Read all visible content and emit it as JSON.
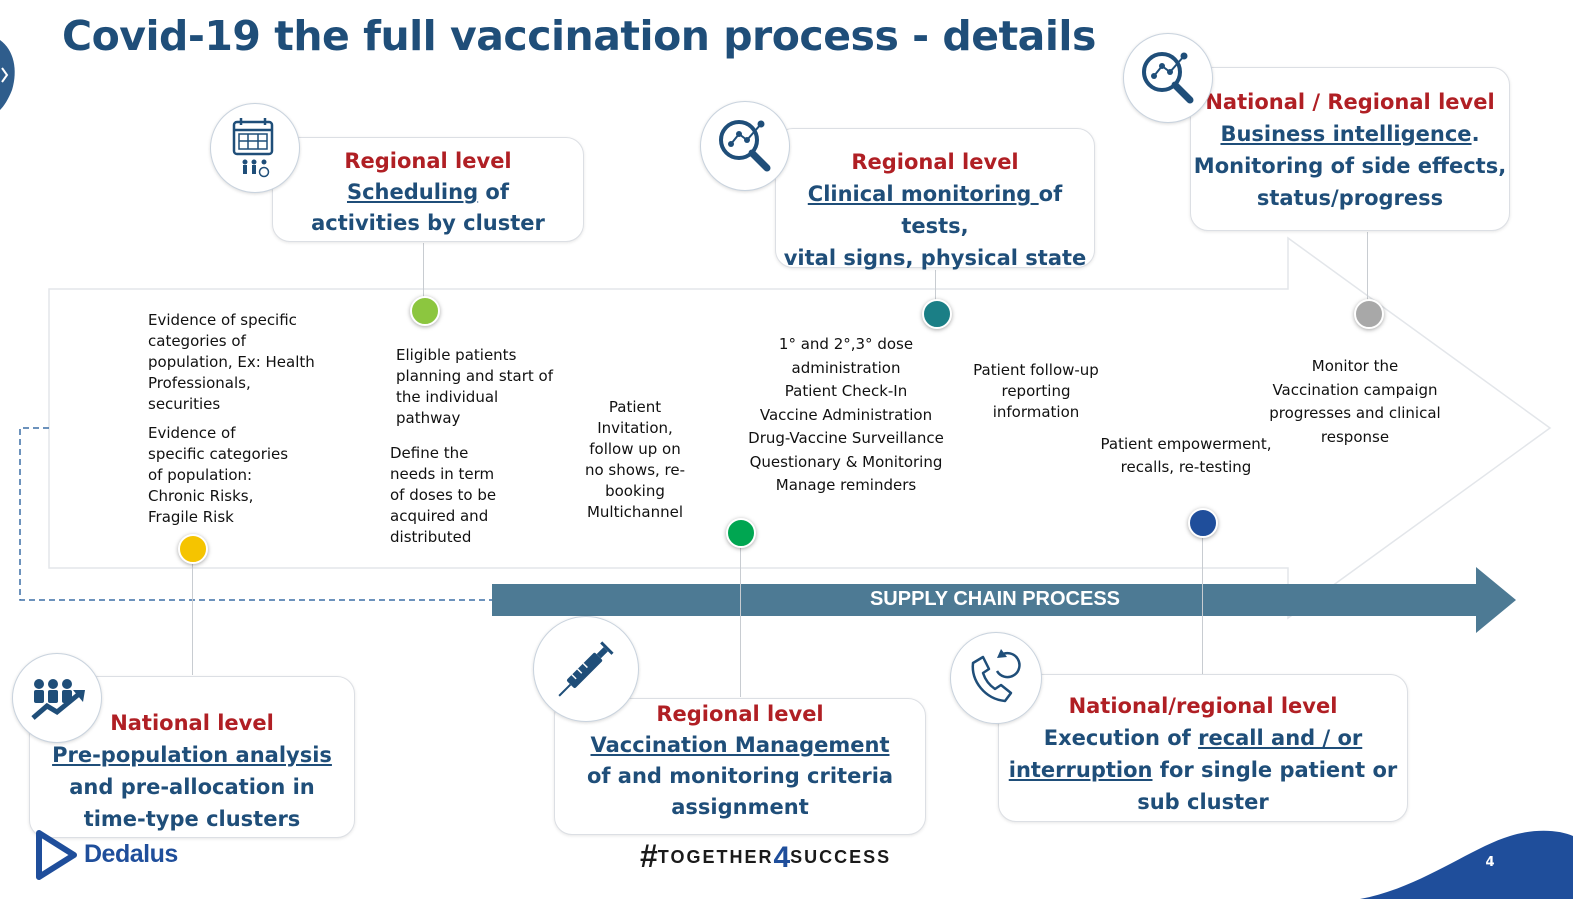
{
  "title": "Covid-19 the full vaccination process - details",
  "colors": {
    "title": "#1f4e79",
    "level": "#b01f24",
    "arrow": "#4d7a94",
    "dot_yellow": "#f5c400",
    "dot_lightgreen": "#8cc63f",
    "dot_green": "#00a651",
    "dot_teal": "#1b7f86",
    "dot_navy": "#1f4e9b",
    "dot_gray": "#a8a8a8"
  },
  "cards": {
    "scheduling": {
      "level": "Regional level",
      "link": "Scheduling",
      "rest1": " of",
      "line2": "activities by cluster",
      "icon": "calendar-people-icon"
    },
    "clinical": {
      "level": "Regional level",
      "link": "Clinical monitoring ",
      "rest1": "of tests,",
      "line2": "vital signs, physical state",
      "icon": "analytics-search-icon"
    },
    "bi": {
      "level": "National / Regional level",
      "link": "Business intelligence",
      "rest1": ".",
      "line2": "Monitoring of side effects,",
      "line3": "status/progress",
      "icon": "analytics-search-icon"
    },
    "national": {
      "level": "National level",
      "link": "Pre-population analysis",
      "line2": "and pre-allocation in",
      "line3": "time-type clusters",
      "icon": "people-growth-icon"
    },
    "vaccination": {
      "level": "Regional level",
      "link": "Vaccination Management",
      "line2": "of and monitoring criteria",
      "line3": "assignment",
      "icon": "syringe-icon"
    },
    "recall": {
      "level": "National/regional level",
      "pre": "Execution of ",
      "link1": "recall and / or",
      "link2": "interruption",
      "rest2": " for single patient or",
      "line3": "sub cluster",
      "icon": "phone-refresh-icon"
    }
  },
  "notes": {
    "evidence1": [
      "Evidence of specific",
      "categories of",
      "population, Ex: Health",
      "Professionals,",
      "securities"
    ],
    "evidence2": [
      "Evidence of",
      "specific categories",
      "of population:",
      "Chronic Risks,",
      "Fragile Risk"
    ],
    "eligible": [
      "Eligible patients",
      "planning and start of",
      "the individual",
      "pathway"
    ],
    "define": [
      "Define the",
      "needs in term",
      "of doses to be",
      "acquired and",
      "distributed"
    ],
    "invitation": [
      "Patient",
      "Invitation,",
      "follow up on",
      "no shows, re-",
      "booking",
      "Multichannel"
    ],
    "dose": [
      "1° and 2°,3° dose",
      "administration",
      "Patient Check-In",
      "Vaccine Administration",
      "Drug-Vaccine Surveillance",
      "Questionary & Monitoring",
      "Manage reminders"
    ],
    "followup": [
      "Patient follow-up",
      "reporting",
      "information"
    ],
    "empower": [
      "Patient empowerment,",
      "recalls, re-testing"
    ],
    "monitor": [
      "Monitor the",
      "Vaccination campaign",
      "progresses and clinical",
      "response"
    ]
  },
  "supply_chain": "SUPPLY CHAIN PROCESS",
  "footer": {
    "logo_text": "Dedalus",
    "hashtag_a": "#",
    "hashtag_b": "TOGETHER",
    "hashtag_c": "4",
    "hashtag_d": "SUCCESS",
    "page_number": "4"
  }
}
